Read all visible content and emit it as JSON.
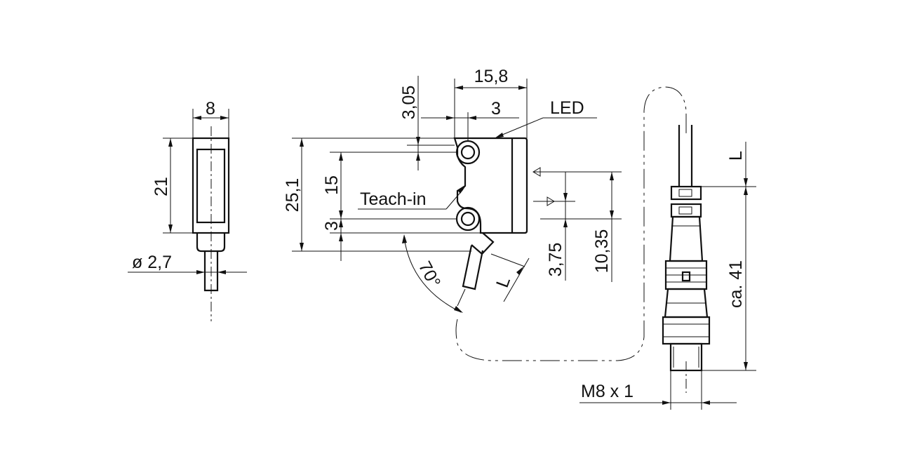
{
  "drawing": {
    "front_view": {
      "width": "8",
      "height": "21",
      "cable_diameter": "ø 2,7"
    },
    "side_view": {
      "overall_width": "15,8",
      "hole_offset_top": "3,05",
      "hole_offset_x": "3",
      "led_label": "LED",
      "overall_height": "25,1",
      "hole_spacing": "15",
      "hole_offset_bottom": "3",
      "teach_in_label": "Teach-in",
      "cable_angle": "70°",
      "cable_length_label": "L",
      "optical_axis_offset": "3,75",
      "optical_axis_height": "10,35"
    },
    "connector_view": {
      "length_label": "L",
      "connector_length": "ca. 41",
      "thread": "M8 x 1"
    }
  }
}
